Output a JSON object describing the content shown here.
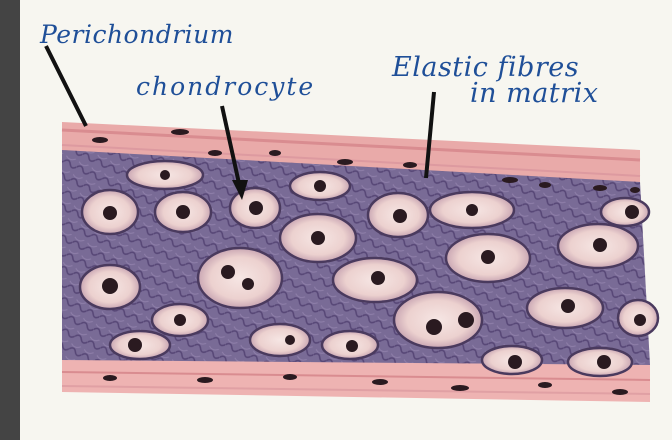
{
  "labels": {
    "perichondrium": "Perichondrium",
    "chondrocyte": "chondrocyte",
    "elastic_line1": "Elastic fibres",
    "elastic_line2": "in matrix"
  },
  "colors": {
    "label_ink": "#1f4f98",
    "pointer_ink": "#111111",
    "perichondrium_pink": "#e8a9a8",
    "matrix_purple": "#7a6a95",
    "lacuna_fill": "#f2dedc",
    "nucleus": "#2a1a20",
    "background_frame": "#444444",
    "paper": "#f7f6f0"
  },
  "icons": {
    "pointer": "arrow-pointer"
  }
}
